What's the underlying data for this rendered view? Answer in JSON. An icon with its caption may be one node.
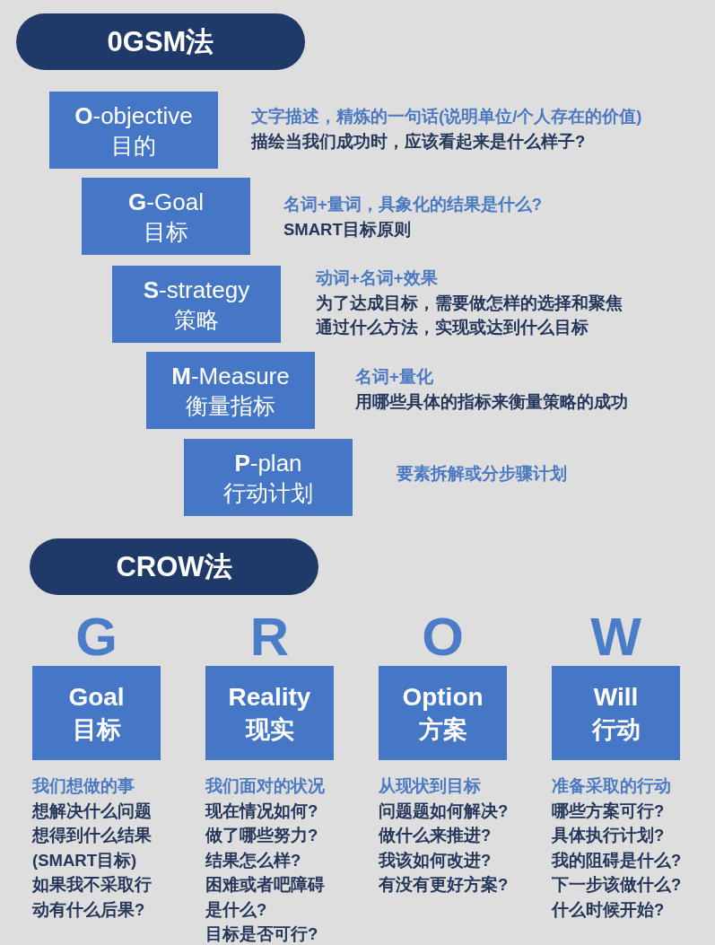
{
  "diagram": {
    "nodes": [
      {
        "text": [
          "0GSM法"
        ]
      },
      {
        "text": [
          "**O**-objective",
          "目的"
        ],
        "beside": [
          "文字描述，精炼的一句话(说明单位/个人存在的价值)",
          "描绘当我们成功时，应该看起来是什么样子?"
        ]
      },
      {
        "text": [
          "**G**-Goal",
          "目标"
        ],
        "beside": [
          "名词+量词，具象化的结果是什么?",
          "SMART目标原则"
        ]
      },
      {
        "text": [
          "**S**-strategy",
          "策略"
        ],
        "beside": [
          "动词+名词+效果",
          "为了达成目标，需要做怎样的选择和聚焦",
          "通过什么方法，实现或达到什么目标"
        ]
      },
      {
        "text": [
          "**M**-Measure",
          "衡量指标"
        ],
        "beside": [
          "名词+量化",
          "用哪些具体的指标来衡量策略的成功"
        ]
      },
      {
        "text": [
          "**P**-plan",
          "行动计划"
        ],
        "beside": [
          "要素拆解或分步骤计划"
        ]
      },
      {
        "text": [
          "CROW法"
        ]
      },
      {
        "text": [
          "G",
          "Goal",
          "目标"
        ],
        "beside": [
          "我们想做的事",
          "想解决什么问题",
          "想得到什么结果(SMART目标)",
          "如果我不采取行动有什么后果?"
        ]
      },
      {
        "text": [
          "R",
          "Reality",
          "现实"
        ],
        "beside": [
          "我们面对的状况",
          "现在情况如何?",
          "做了哪些努力?",
          "结果怎么样?",
          "困难或者吧障碍是什么?",
          "目标是否可行?"
        ]
      },
      {
        "text": [
          "O",
          "Option",
          "方案"
        ],
        "beside": [
          "从现状到目标",
          "问题题如何解决?",
          "做什么来推进?",
          "我该如何改进?",
          "有没有更好方案?"
        ]
      },
      {
        "text": [
          "W",
          "Will",
          "行动"
        ],
        "beside": [
          "准备采取的行动",
          "哪些方案可行?",
          "具体执行计划?",
          "我的阻碍是什么?",
          "下一步该做什么?",
          "什么时候开始?"
        ]
      }
    ]
  }
}
